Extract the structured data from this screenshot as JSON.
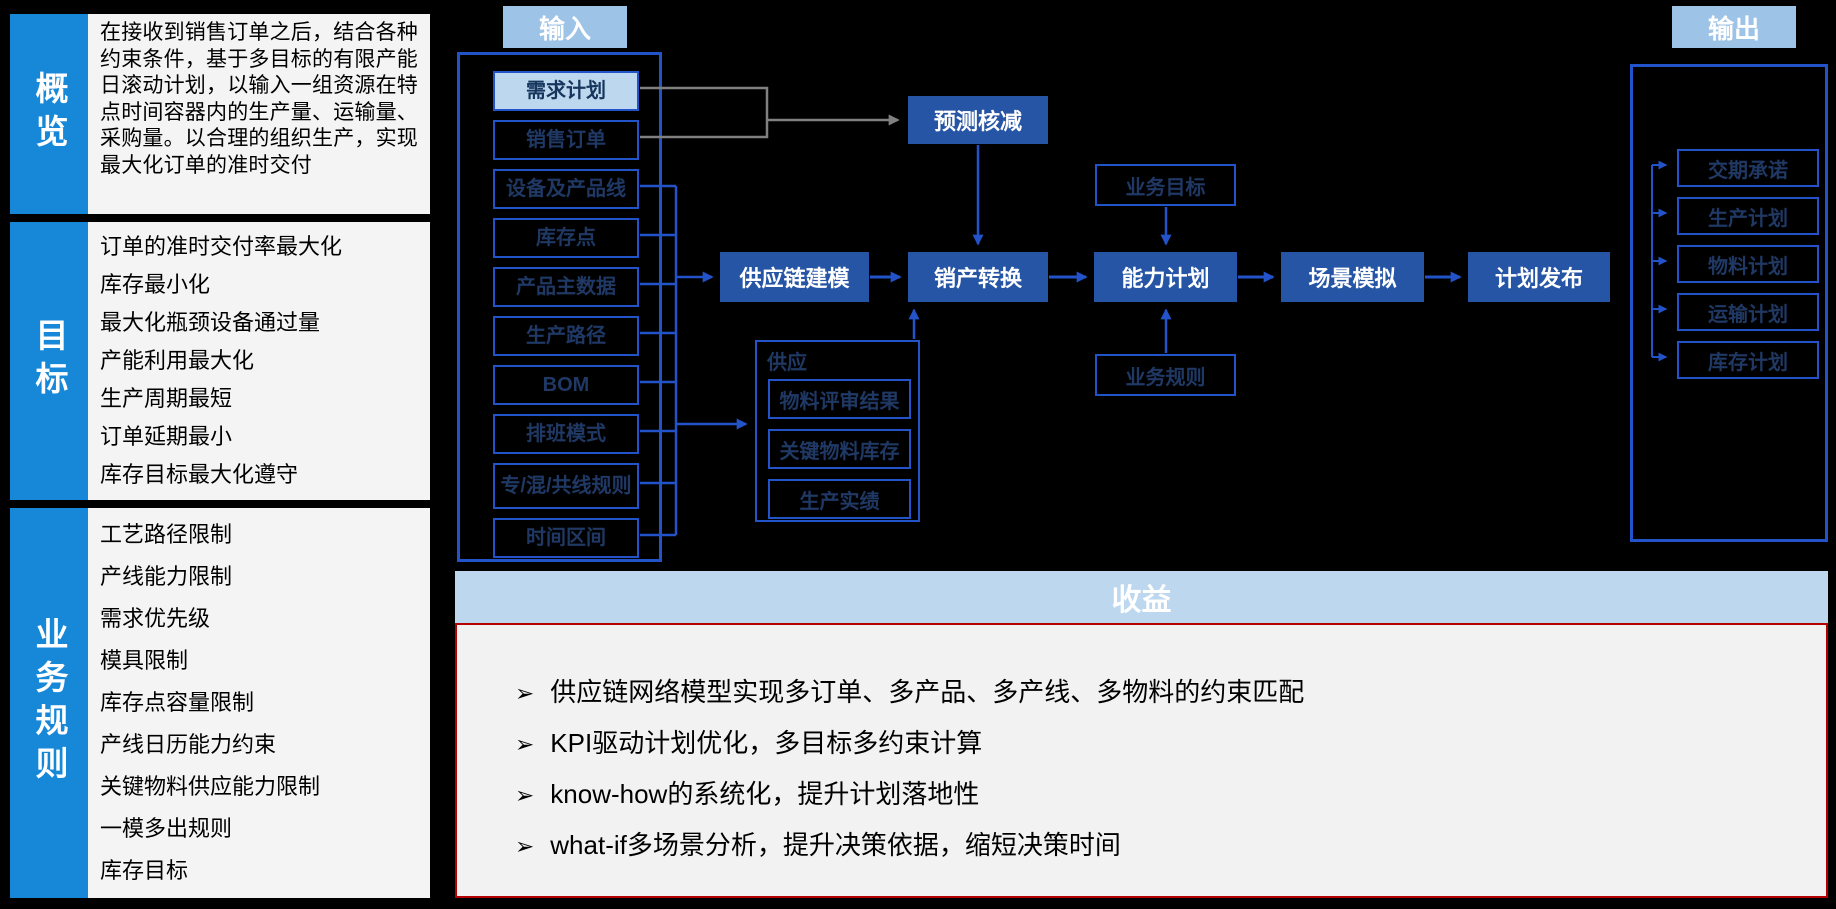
{
  "panels": {
    "overview": {
      "label": "概览",
      "text": "在接收到销售订单之后，结合各种约束条件，基于多目标的有限产能日滚动计划，以输入一组资源在特点时间容器内的生产量、运输量、采购量。以合理的组织生产，实现最大化订单的准时交付"
    },
    "goals": {
      "label": "目标",
      "items": [
        "订单的准时交付率最大化",
        "库存最小化",
        "最大化瓶颈设备通过量",
        "产能利用最大化",
        "生产周期最短",
        "订单延期最小",
        "库存目标最大化遵守"
      ]
    },
    "rules": {
      "label": "业务规则",
      "items": [
        "工艺路径限制",
        "产线能力限制",
        "需求优先级",
        "模具限制",
        "库存点容量限制",
        "产线日历能力约束",
        "关键物料供应能力限制",
        "一模多出规则",
        "库存目标"
      ]
    }
  },
  "diagram": {
    "input_label": "输入",
    "output_label": "输出",
    "inputs": [
      "需求计划",
      "销售订单",
      "设备及产品线",
      "库存点",
      "产品主数据",
      "生产路径",
      "BOM",
      "排班模式",
      "专/混/共线规则",
      "时间区间"
    ],
    "forecast": "预测核减",
    "flow": [
      "供应链建模",
      "销产转换",
      "能力计划",
      "场景模拟",
      "计划发布"
    ],
    "goal_box": "业务目标",
    "rule_box": "业务规则",
    "supply": {
      "label": "供应",
      "items": [
        "物料评审结果",
        "关键物料库存",
        "生产实绩"
      ]
    },
    "outputs": [
      "交期承诺",
      "生产计划",
      "物料计划",
      "运输计划",
      "库存计划"
    ]
  },
  "benefits": {
    "title": "收益",
    "bullet": "➢",
    "items": [
      "供应链网络模型实现多订单、多产品、多产线、多物料的约束匹配",
      "KPI驱动计划优化，多目标多约束计算",
      "know-how的系统化，提升计划落地性",
      "what-if多场景分析，提升决策依据，缩短决策时间"
    ]
  },
  "colors": {
    "accent_blue": "#1787D8",
    "flow_box_blue": "#2655A5",
    "border_blue": "#2353C8",
    "dark_text_blue": "#1F3864",
    "tag_light_blue": "#9DC3E6",
    "header_light_blue": "#BDD7EE",
    "panel_gray": "#F2F2F2",
    "benefit_border_red": "#B40000",
    "gray_connector": "#808080",
    "background": "#000000"
  }
}
